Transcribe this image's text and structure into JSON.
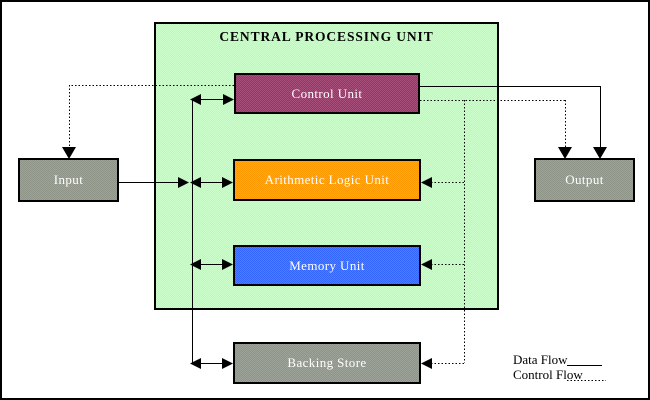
{
  "diagram": {
    "title": "CENTRAL PROCESSING UNIT",
    "cpu_background": "#CCFFCC",
    "boxes": {
      "control_unit": {
        "label": "Control Unit",
        "color": "#993366"
      },
      "alu": {
        "label": "Arithmetic Logic Unit",
        "color": "#FF9900"
      },
      "memory_unit": {
        "label": "Memory Unit",
        "color": "#3366FF"
      },
      "input": {
        "label": "Input",
        "color": "#8E9488"
      },
      "output": {
        "label": "Output",
        "color": "#8E9488"
      },
      "backing_store": {
        "label": "Backing Store",
        "color": "#8E9488"
      }
    },
    "legend": {
      "data_flow": "Data Flow",
      "control_flow": "Control Flow"
    },
    "colors": {
      "line": "#000000",
      "border": "#000000",
      "title_text": "#000000",
      "box_text": "#FFFFFF"
    }
  }
}
